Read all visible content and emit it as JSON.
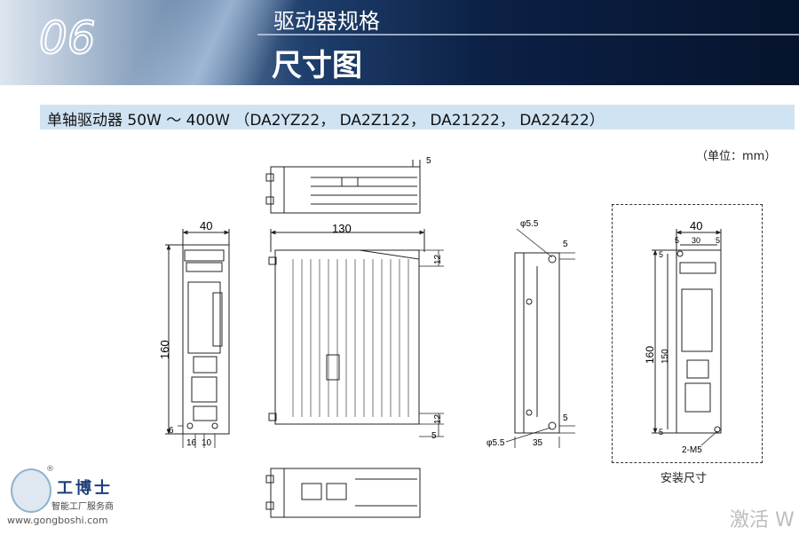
{
  "header": {
    "chapter": "06",
    "section": "驱动器规格",
    "page_title": "尺寸图"
  },
  "bar": {
    "title": "单轴驱动器 50W ～ 400W （DA2YZ22， DA2Z122， DA21222， DA22422）"
  },
  "unit_note": "（单位：mm）",
  "dims": {
    "front_width": "40",
    "front_height": "160",
    "front_bottom_a": "6",
    "front_bottom_b": "16",
    "front_bottom_c": "10",
    "side_width": "130",
    "side_right_top": "12",
    "side_right_bottom": "12",
    "side_bottom_right": "5",
    "top_view_right": "5",
    "rear_hole_dia_top": "φ5.5",
    "rear_hole_dia_bottom": "φ5.5",
    "rear_top_offset": "5",
    "rear_bottom_offset": "5",
    "rear_depth": "35",
    "mount_width": "40",
    "mount_left": "5",
    "mount_pitch": "30",
    "mount_right": "5",
    "mount_height": "160",
    "mount_pitch_v": "150",
    "mount_screws": "2-M5",
    "mount_top_offset": "5",
    "mount_bottom_offset": "5"
  },
  "mount_caption": "安装尺寸",
  "watermark": "激活 W",
  "logo": {
    "brand": "工博士",
    "subtitle": "智能工厂服务商",
    "site": "www.gongboshi.com",
    "reg": "®"
  }
}
